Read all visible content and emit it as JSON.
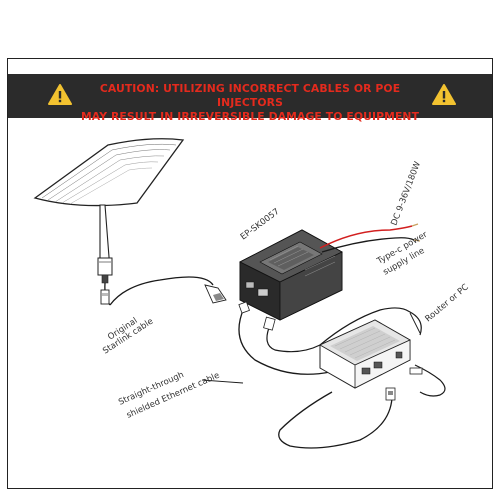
{
  "banner": {
    "line1": "CAUTION: UTILIZING INCORRECT CABLES OR POE INJECTORS",
    "line2": "MAY RESULT IN IRREVERSIBLE DAMAGE TO EQUIPMENT",
    "bg_color": "#2b2b2b",
    "text_color": "#e42a1d",
    "icon_color": "#f2c230",
    "icon": "warning-exclamation-icon"
  },
  "labels": {
    "model": "EP-SK0057",
    "dc_input": "DC 9-36V/180W",
    "power_line_1": "Type-c power",
    "power_line_2": "supply line",
    "router": "Router or PC",
    "starlink_1": "Original",
    "starlink_2": "Starlink cable",
    "ethernet_1": "Straight-through",
    "ethernet_2": "shielded Ethernet cable"
  },
  "colors": {
    "dc_red": "#d21f1f",
    "line": "#1a1a1a"
  }
}
